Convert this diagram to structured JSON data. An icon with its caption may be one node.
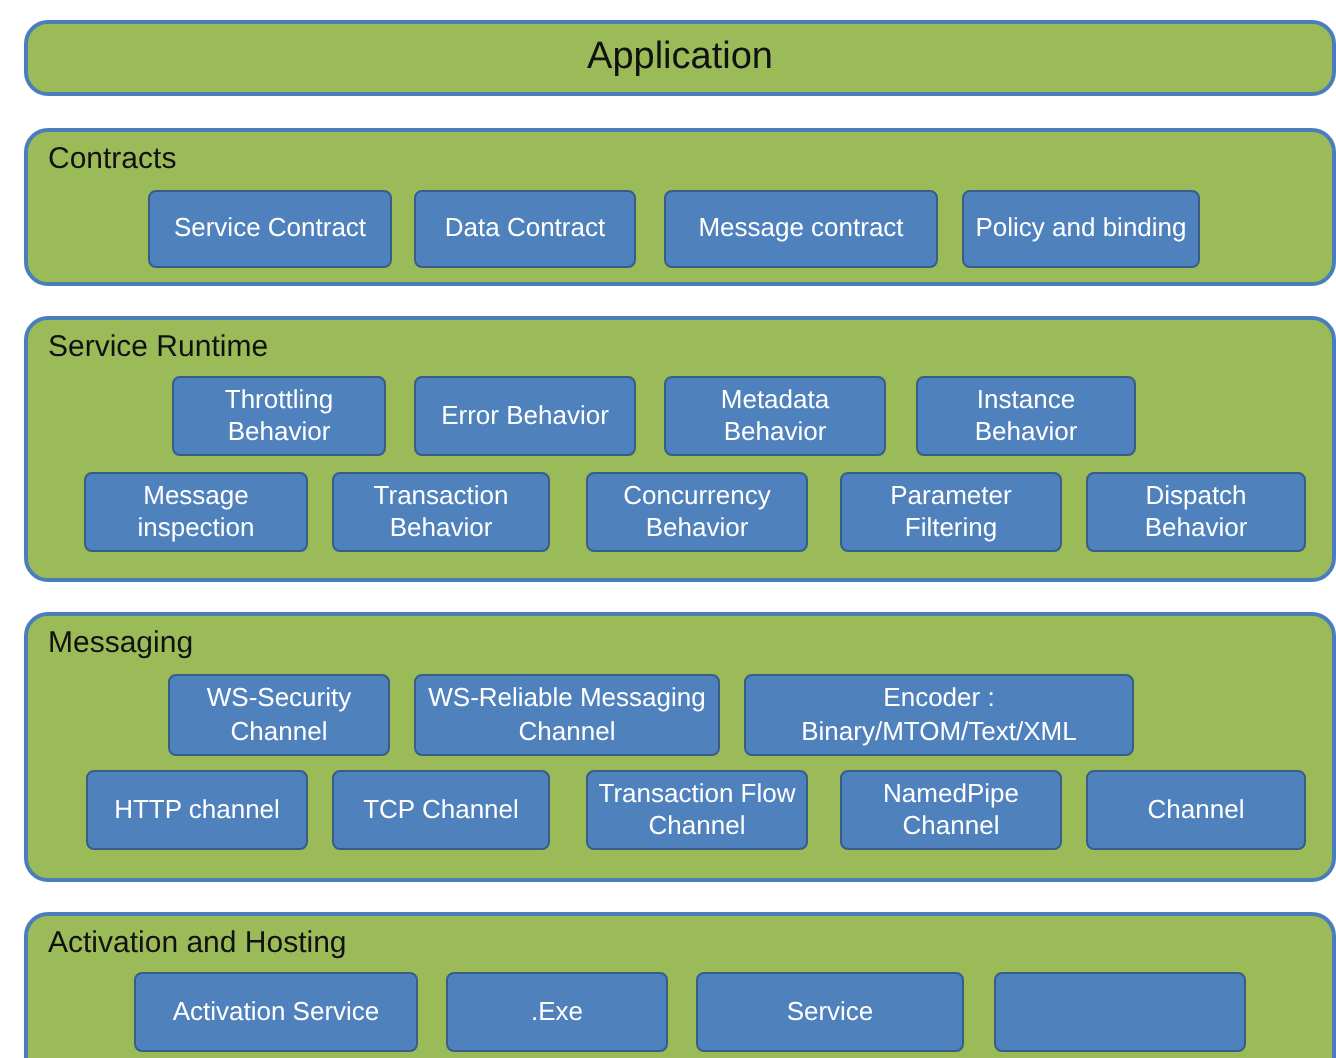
{
  "diagram": {
    "nodes": [
      {
        "text": [
          "Application"
        ]
      },
      {
        "text": [
          "Contracts"
        ]
      },
      {
        "text": [
          "Service Contract"
        ],
        "in": 1
      },
      {
        "text": [
          "Data Contract"
        ],
        "in": 1
      },
      {
        "text": [
          "Message contract"
        ],
        "in": 1
      },
      {
        "text": [
          "Policy and binding"
        ],
        "in": 1
      },
      {
        "text": [
          "Service Runtime"
        ]
      },
      {
        "text": [
          "Throttling Behavior"
        ],
        "in": 6
      },
      {
        "text": [
          "Error Behavior"
        ],
        "in": 6
      },
      {
        "text": [
          "Metadata Behavior"
        ],
        "in": 6
      },
      {
        "text": [
          "Instance Behavior"
        ],
        "in": 6
      },
      {
        "text": [
          "Message inspection"
        ],
        "in": 6
      },
      {
        "text": [
          "Transaction Behavior"
        ],
        "in": 6
      },
      {
        "text": [
          "Concurrency Behavior"
        ],
        "in": 6
      },
      {
        "text": [
          "Parameter Filtering"
        ],
        "in": 6
      },
      {
        "text": [
          "Dispatch Behavior"
        ],
        "in": 6
      },
      {
        "text": [
          "Messaging"
        ]
      },
      {
        "text": [
          "WS-Security Channel"
        ],
        "in": 16
      },
      {
        "text": [
          "WS-Reliable Messaging Channel"
        ],
        "in": 16
      },
      {
        "text": [
          "Encoder : Binary/MTOM/Text/XML"
        ],
        "in": 16
      },
      {
        "text": [
          "HTTP channel"
        ],
        "in": 16
      },
      {
        "text": [
          "TCP Channel"
        ],
        "in": 16
      },
      {
        "text": [
          "Transaction Flow Channel"
        ],
        "in": 16
      },
      {
        "text": [
          "NamedPipe Channel"
        ],
        "in": 16
      },
      {
        "text": [
          "Channel"
        ],
        "in": 16
      },
      {
        "text": [
          "Activation and Hosting"
        ]
      },
      {
        "text": [
          "Activation Service"
        ],
        "in": 25
      },
      {
        "text": [
          ".Exe"
        ],
        "in": 25
      },
      {
        "text": [
          "Service"
        ],
        "in": 25
      },
      {
        "text": [],
        "shape": "box",
        "in": 25
      }
    ]
  }
}
